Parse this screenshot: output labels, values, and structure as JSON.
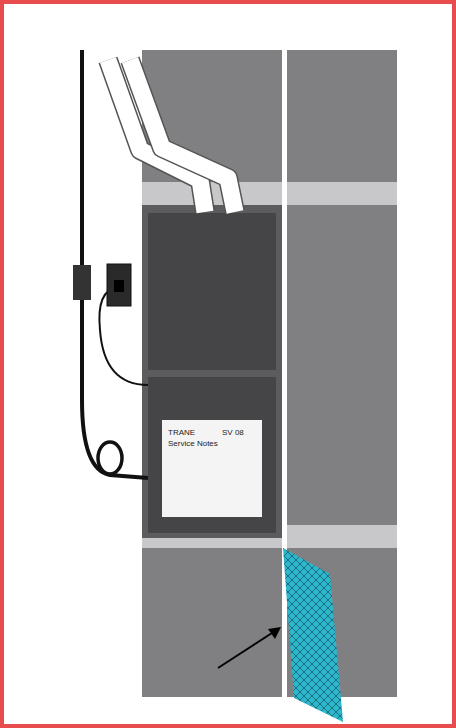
{
  "diagram": {
    "nodes": [
      {
        "text": [
          "TRANE",
          "Service Notes",
          "SV 08"
        ]
      }
    ]
  }
}
